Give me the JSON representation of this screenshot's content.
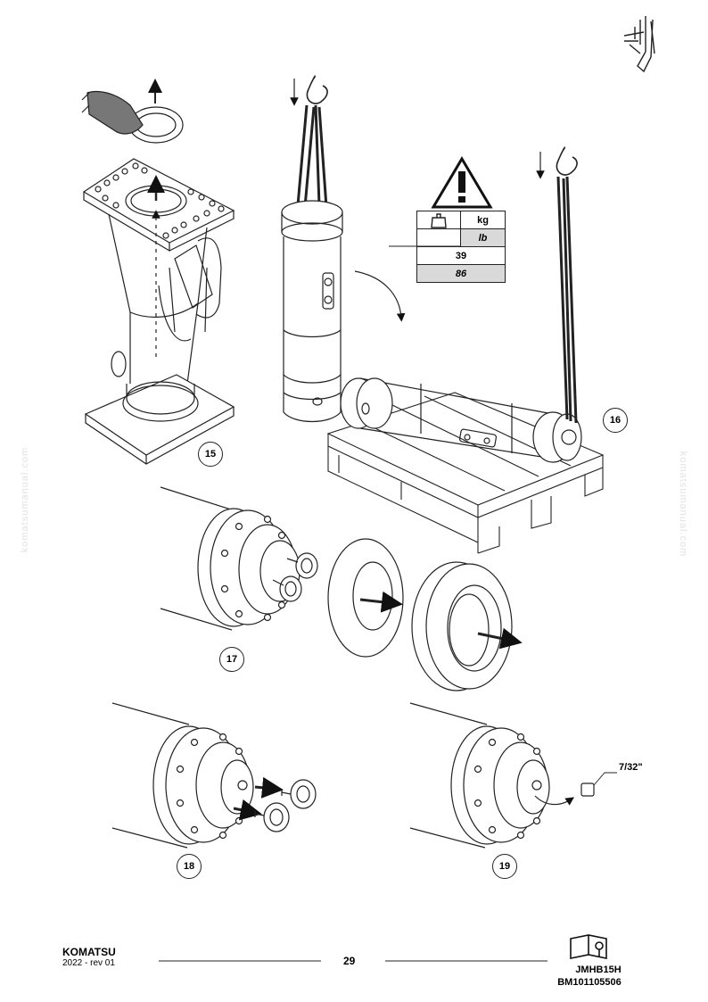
{
  "steps": [
    "15",
    "16",
    "17",
    "18",
    "19"
  ],
  "weight_table": {
    "unit_metric": "kg",
    "unit_imperial": "lb",
    "value_metric": "39",
    "value_imperial": "86"
  },
  "dimension_label": "7/32\"",
  "watermark": "komatsumanual.com",
  "footer": {
    "brand": "KOMATSU",
    "revision": "2022 -  rev 01",
    "page_number": "29",
    "doc_code_1": "JMHB15H",
    "doc_code_2": "BM101105506"
  },
  "icons": [
    "hammer-breaker-icon",
    "hand-icon",
    "crane-hook-icon",
    "warning-triangle-icon",
    "weight-icon",
    "book-icon",
    "arrow-icon"
  ]
}
